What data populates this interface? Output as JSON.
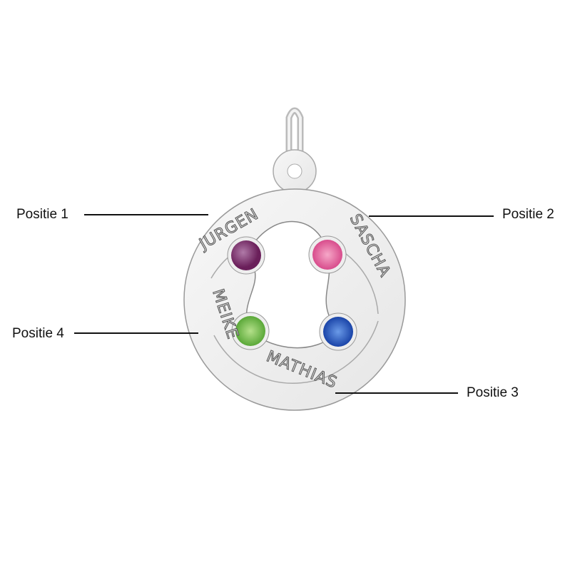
{
  "labels": {
    "position1": "Positie 1",
    "position2": "Positie 2",
    "position3": "Positie 3",
    "position4": "Positie 4"
  },
  "engravings": {
    "name1": "JURGEN",
    "name2": "SASCHA",
    "name3": "MATHIAS",
    "name4": "MEIKE"
  },
  "gem_colors": {
    "gem1": "#7a2a6a",
    "gem2": "#e0609a",
    "gem3": "#2a58c0",
    "gem4": "#6fba48"
  }
}
